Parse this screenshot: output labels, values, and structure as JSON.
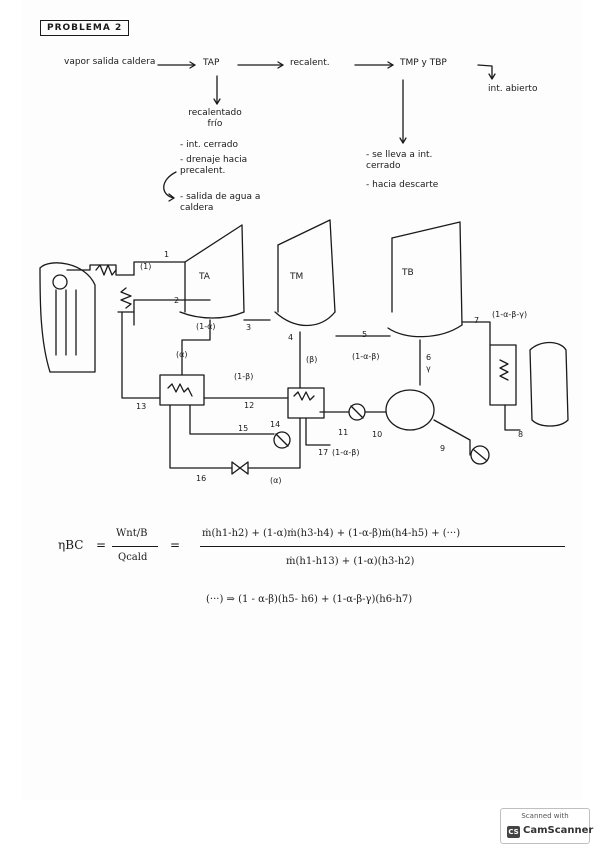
{
  "title": "PROBLEMA 2",
  "flow": {
    "source": "vapor salida caldera",
    "tap": "TAP",
    "recalent": "recalent.",
    "tmp_tbp": "TMP y TBP",
    "int_abierto": "int. abierto",
    "tap_branch_head": "recalentado frío",
    "tap_branch_items": [
      "int. cerrado",
      "drenaje hacia precalent.",
      "salida de agua a caldera"
    ],
    "tmp_branch_items": [
      "se lleva a int. cerrado",
      "hacia descarte"
    ]
  },
  "diagram": {
    "turbines": [
      "TA",
      "TM",
      "TB"
    ],
    "state_points": [
      "1",
      "2",
      "3",
      "4",
      "5",
      "6",
      "7",
      "8",
      "9",
      "10",
      "11",
      "12",
      "13",
      "14",
      "15",
      "16",
      "17"
    ],
    "fractions": {
      "f1": "(1)",
      "f_after_2": "(1-α)",
      "f_alpha": "(α)",
      "f_beta": "(β)",
      "f_5": "(1-α-β)",
      "f_gamma": "γ",
      "f_7": "(1-α-β-γ)",
      "f_1mb": "(1-β)",
      "f_17": "(1-α-β)",
      "f_16": "(α)"
    }
  },
  "equation": {
    "lhs": "ηBC",
    "eq": "=",
    "num_label": "Wnt/B",
    "den_label": "Qcald",
    "numerator": "ṁ(h1-h2) + (1-α)ṁ(h3-h4) + (1-α-β)ṁ(h4-h5) + (···)",
    "denominator": "ṁ(h1-h13) + (1-α)(h3-h2)",
    "continuation": "(···) ⇒ (1 - α-β)(h5- h6) + (1-α-β-γ)(h6-h7)"
  },
  "badge": {
    "top": "Scanned with",
    "logo": "CS",
    "name": "CamScanner"
  }
}
